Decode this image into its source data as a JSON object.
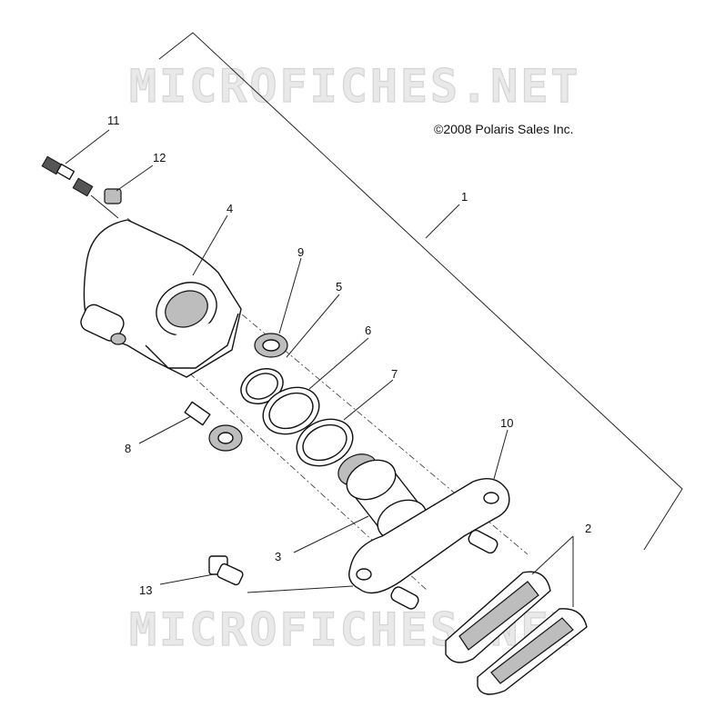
{
  "watermark": {
    "top": "MICROFICHES.NET",
    "bottom": "MICROFICHES.NET"
  },
  "copyright": "©2008 Polaris Sales Inc.",
  "callouts": [
    "1",
    "2",
    "3",
    "4",
    "5",
    "6",
    "7",
    "8",
    "9",
    "10",
    "11",
    "12",
    "13"
  ]
}
